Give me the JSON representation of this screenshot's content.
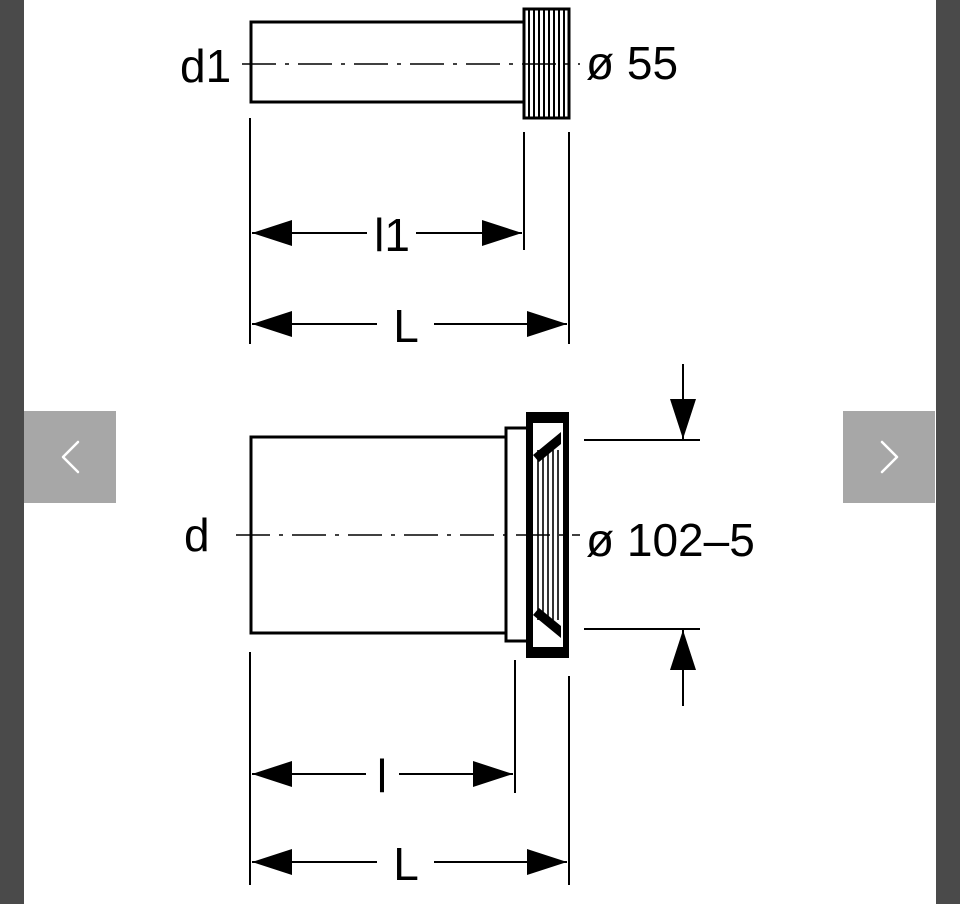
{
  "diagram": {
    "top": {
      "left_label": "d1",
      "right_label": "ø 55",
      "inner_length_label": "l1",
      "total_length_label": "L"
    },
    "bottom": {
      "left_label": "d",
      "right_label": "ø 102–5",
      "inner_length_label": "l",
      "total_length_label": "L"
    }
  },
  "nav": {
    "prev_icon": "chevron-left-icon",
    "next_icon": "chevron-right-icon",
    "button_color": "#a7a7a7"
  },
  "colors": {
    "frame": "#4a4a4a",
    "background": "#ffffff",
    "ink": "#000000"
  }
}
